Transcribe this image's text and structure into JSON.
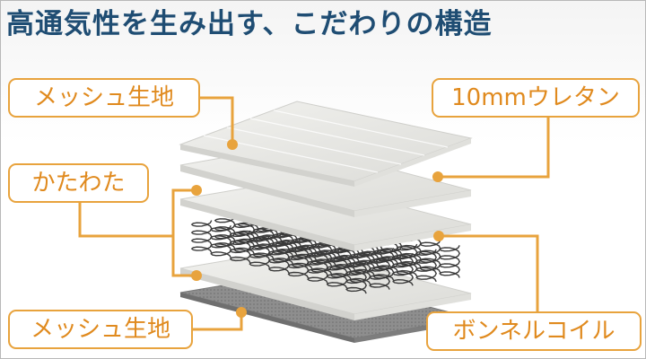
{
  "title": "高通気性を生み出す、こだわりの構造",
  "colors": {
    "accent": "#e8a33d",
    "label_text": "#e08a1e",
    "title": "#1f4d73",
    "layer_fill": "#e9e9e6",
    "layer_edge": "#cfcfcb",
    "base_fill": "#8c8c8c",
    "coil": "#3a3a3a"
  },
  "labels": {
    "mesh_top": "メッシュ生地",
    "urethane": "10mmウレタン",
    "katawata": "かたわた",
    "bonnell": "ボンネルコイル",
    "mesh_bottom": "メッシュ生地"
  }
}
